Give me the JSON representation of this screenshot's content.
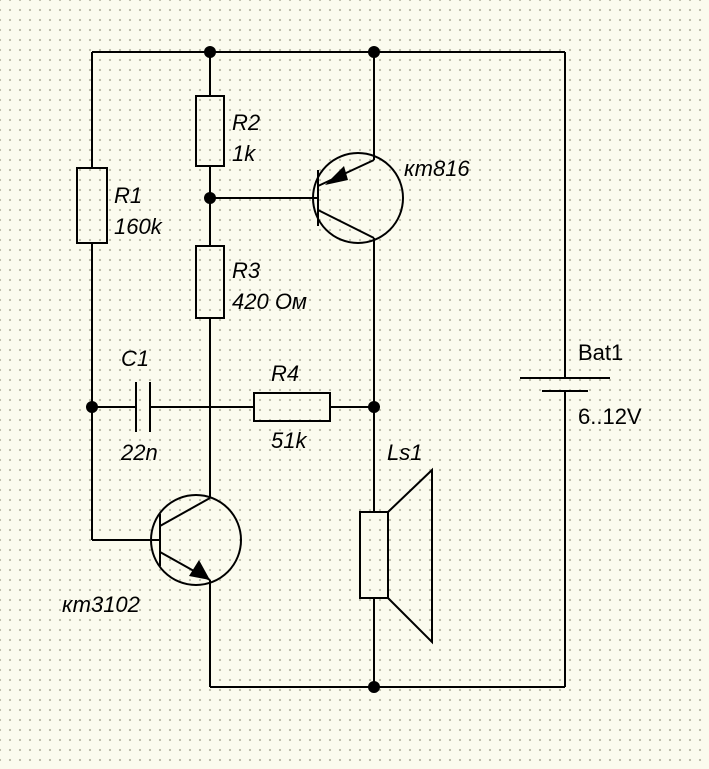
{
  "components": {
    "r1": {
      "ref": "R1",
      "value": "160k"
    },
    "r2": {
      "ref": "R2",
      "value": "1k"
    },
    "r3": {
      "ref": "R3",
      "value": "420 Ом"
    },
    "r4": {
      "ref": "R4",
      "value": "51k"
    },
    "c1": {
      "ref": "C1",
      "value": "22n"
    },
    "q1": {
      "part": "кт816"
    },
    "q2": {
      "part": "кт3102"
    },
    "ls1": {
      "ref": "Ls1"
    },
    "bat1": {
      "ref": "Bat1",
      "value": "6..12V"
    }
  },
  "colors": {
    "ink": "#000000",
    "paper": "#fbfbee",
    "grid_dot": "#b9b9a6"
  }
}
